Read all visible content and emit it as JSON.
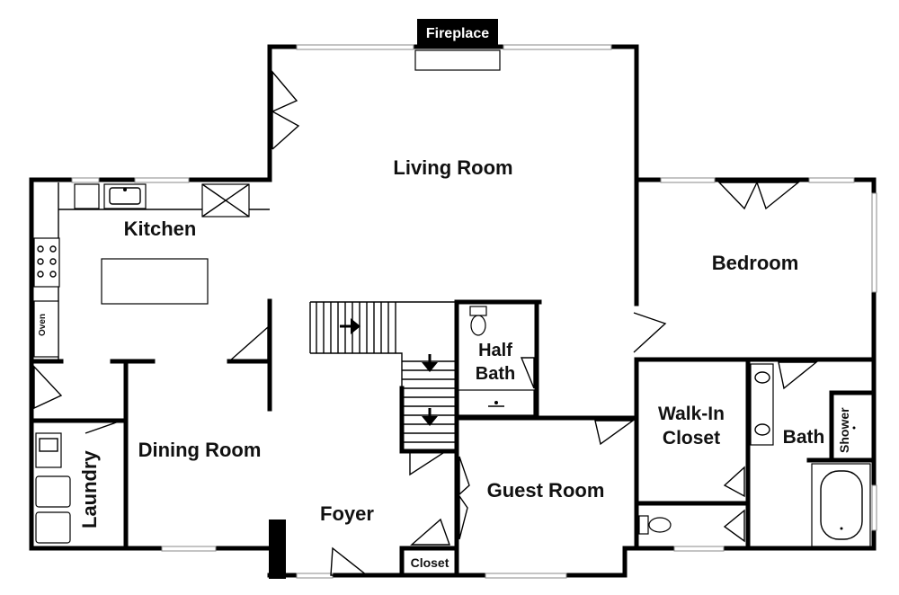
{
  "labels": {
    "fireplace": "Fireplace",
    "living_room": "Living Room",
    "kitchen": "Kitchen",
    "bedroom": "Bedroom",
    "half_bath": [
      "Half",
      "Bath"
    ],
    "oven": "Oven",
    "dining_room": "Dining Room",
    "walk_in_closet": [
      "Walk-In",
      "Closet"
    ],
    "bath": "Bath",
    "shower": "Shower",
    "laundry": "Laundry",
    "guest_room": "Guest Room",
    "foyer": "Foyer",
    "closet": "Closet"
  },
  "icons": {
    "stair_arrows": [
      "arrow-right-icon",
      "arrow-down-icon",
      "arrow-down-icon"
    ],
    "doors": "door-swing-icon",
    "toilet": "toilet-icon",
    "sink": "sink-icon",
    "tub": "bathtub-icon"
  },
  "colors": {
    "walls": "#000000",
    "background": "#ffffff",
    "fixture_stroke": "#000000"
  }
}
